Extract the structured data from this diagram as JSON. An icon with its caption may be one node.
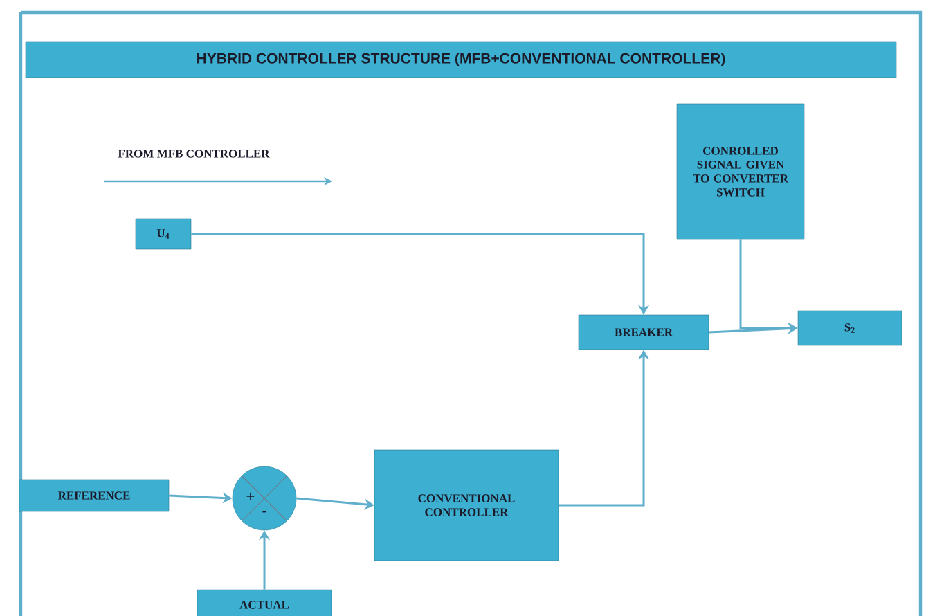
{
  "diagram": {
    "title": "HYBRID CONTROLLER STRUCTURE (MFB+CONVENTIONAL CONTROLLER)",
    "nodes": [
      {
        "text": [
          "CONROLLED SIGNAL GIVEN TO CONVERTER SWITCH"
        ]
      },
      {
        "text": [
          "U$_{4}$"
        ]
      },
      {
        "text": [
          "BREAKER"
        ]
      },
      {
        "text": [
          "S$_{2}$"
        ]
      },
      {
        "text": [
          "REFERENCE"
        ]
      },
      {
        "text": [
          "+",
          "-"
        ]
      },
      {
        "text": [
          "CONVENTIONAL CONTROLLER"
        ]
      },
      {
        "text": [
          "ACTUAL"
        ]
      }
    ],
    "edges": [
      {
        "from": 1,
        "to": 2,
        "arrow": "to"
      },
      {
        "from": 0,
        "to": 3,
        "arrow": "to"
      },
      {
        "from": 2,
        "to": 3,
        "arrow": "to"
      },
      {
        "from": 6,
        "to": 2,
        "arrow": "to"
      },
      {
        "from": 4,
        "to": 5,
        "arrow": "to"
      },
      {
        "from": 7,
        "to": 5,
        "arrow": "to"
      },
      {
        "from": 5,
        "to": 6,
        "arrow": "to"
      }
    ],
    "labels": [
      "FROM MFB CONTROLLER"
    ]
  }
}
